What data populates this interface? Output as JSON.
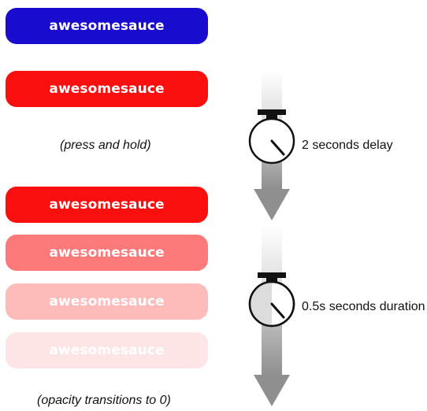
{
  "buttons": [
    {
      "label": "awesomesauce",
      "color": "#1a0ccf",
      "state": "normal"
    },
    {
      "label": "awesomesauce",
      "color": "#f90f0d",
      "state": "pressed"
    },
    {
      "label": "awesomesauce",
      "color": "#f90f0d",
      "opacity": 1.0
    },
    {
      "label": "awesomesauce",
      "color": "#f90f0d",
      "opacity": 0.55
    },
    {
      "label": "awesomesauce",
      "color": "#f90f0d",
      "opacity": 0.28
    },
    {
      "label": "awesomesauce",
      "color": "#f90f0d",
      "opacity": 0.1
    }
  ],
  "captions": {
    "press": "(press and hold)",
    "opacity": "(opacity transitions to 0)"
  },
  "timers": [
    {
      "label": "2 seconds delay",
      "icon": "stopwatch-icon"
    },
    {
      "label": "0.5s seconds duration",
      "icon": "stopwatch-icon"
    }
  ],
  "arrows": [
    {
      "icon": "down-arrow-icon"
    },
    {
      "icon": "down-arrow-icon"
    }
  ]
}
